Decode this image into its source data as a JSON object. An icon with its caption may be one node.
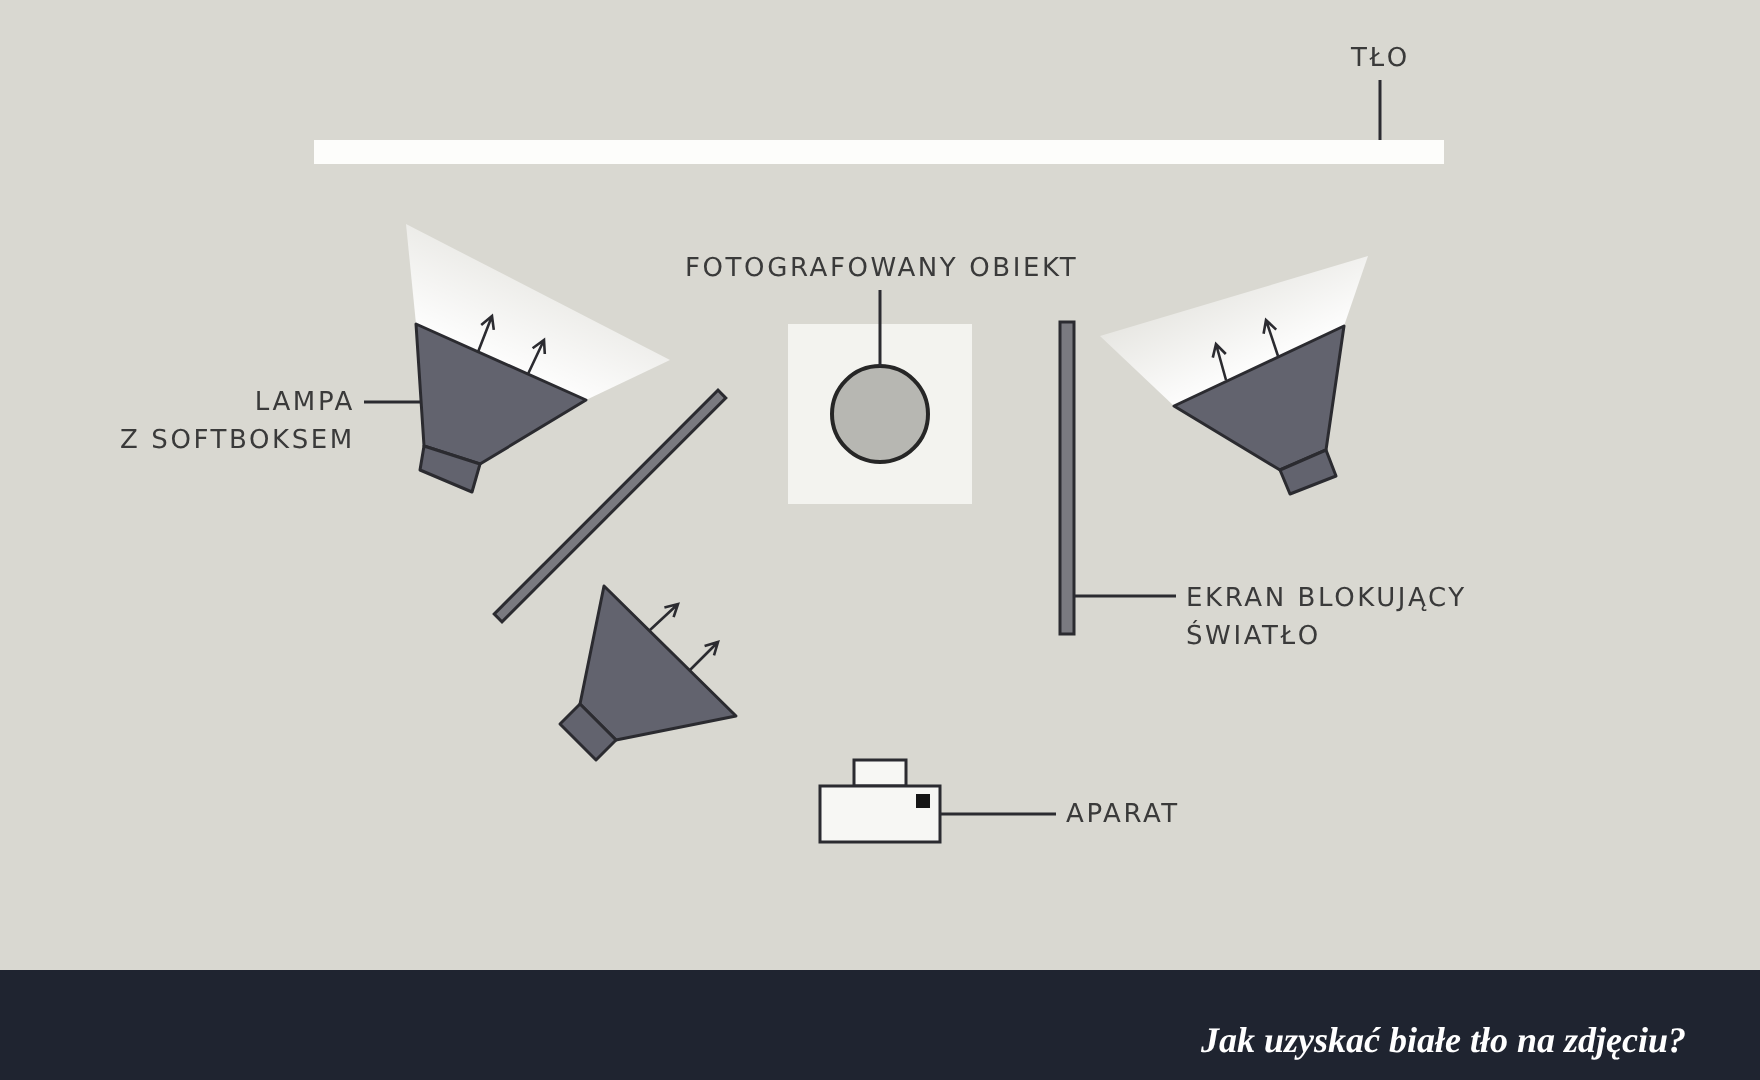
{
  "diagram": {
    "caption": "Jak uzyskać białe tło na zdjęciu?",
    "nodes": [
      {
        "text": [
          "TŁO"
        ]
      },
      {
        "text": [],
        "shape": "bar"
      },
      {
        "text": [
          "FOTOGRAFOWANY OBIEKT"
        ]
      },
      {
        "text": [],
        "shape": "circle"
      },
      {
        "text": [
          "LAMPA Z SOFTBOKSEM"
        ]
      },
      {
        "text": [],
        "shape": "picture"
      },
      {
        "text": [],
        "shape": "picture"
      },
      {
        "text": [],
        "shape": "bar"
      },
      {
        "text": [
          "EKRAN BLOKUJĄCY ŚWIATŁO"
        ]
      },
      {
        "text": [],
        "shape": "bar"
      },
      {
        "text": [],
        "shape": "picture"
      },
      {
        "text": [
          "APARAT"
        ]
      },
      {
        "text": [],
        "shape": "picture"
      }
    ],
    "edges": [
      {
        "from": 0,
        "to": 1,
        "arrow": "none"
      },
      {
        "from": 2,
        "to": 3,
        "arrow": "none"
      },
      {
        "from": 4,
        "to": 5,
        "arrow": "none"
      },
      {
        "from": 8,
        "to": 9,
        "arrow": "none"
      },
      {
        "from": 11,
        "to": 12,
        "arrow": "none"
      }
    ]
  }
}
